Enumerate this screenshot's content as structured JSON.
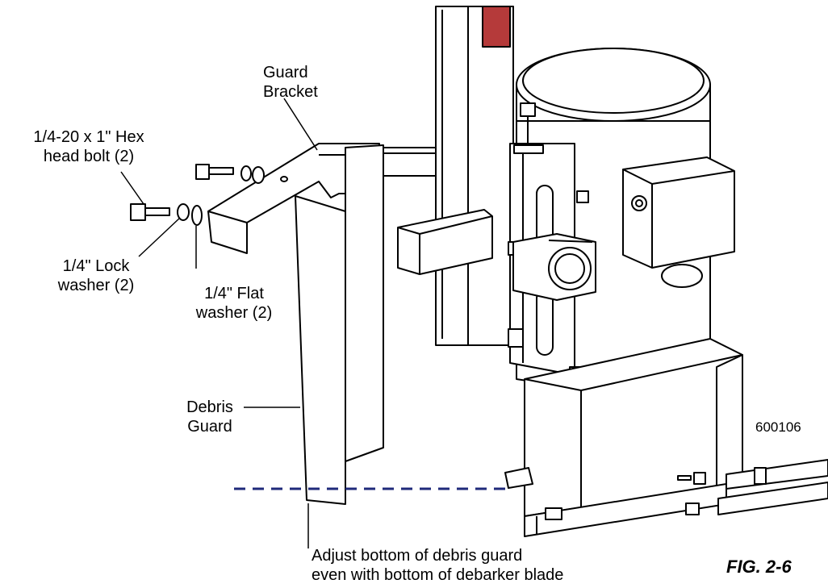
{
  "labels": {
    "guard_bracket": [
      "Guard",
      "Bracket"
    ],
    "hex_bolt": [
      "1/4-20 x 1\" Hex",
      "head bolt (2)"
    ],
    "lock_washer": [
      "1/4\" Lock",
      "washer (2)"
    ],
    "flat_washer": [
      "1/4\" Flat",
      "washer (2)"
    ],
    "debris_guard": [
      "Debris",
      "Guard"
    ],
    "adjust_note": [
      "Adjust bottom of debris guard",
      "even with bottom of debarker blade"
    ]
  },
  "part_number": "600106",
  "figure_number": "FIG. 2-6",
  "colors": {
    "line": "#000000",
    "guide_dash": "#1f2a7a",
    "accent_red": "#c0392b"
  }
}
